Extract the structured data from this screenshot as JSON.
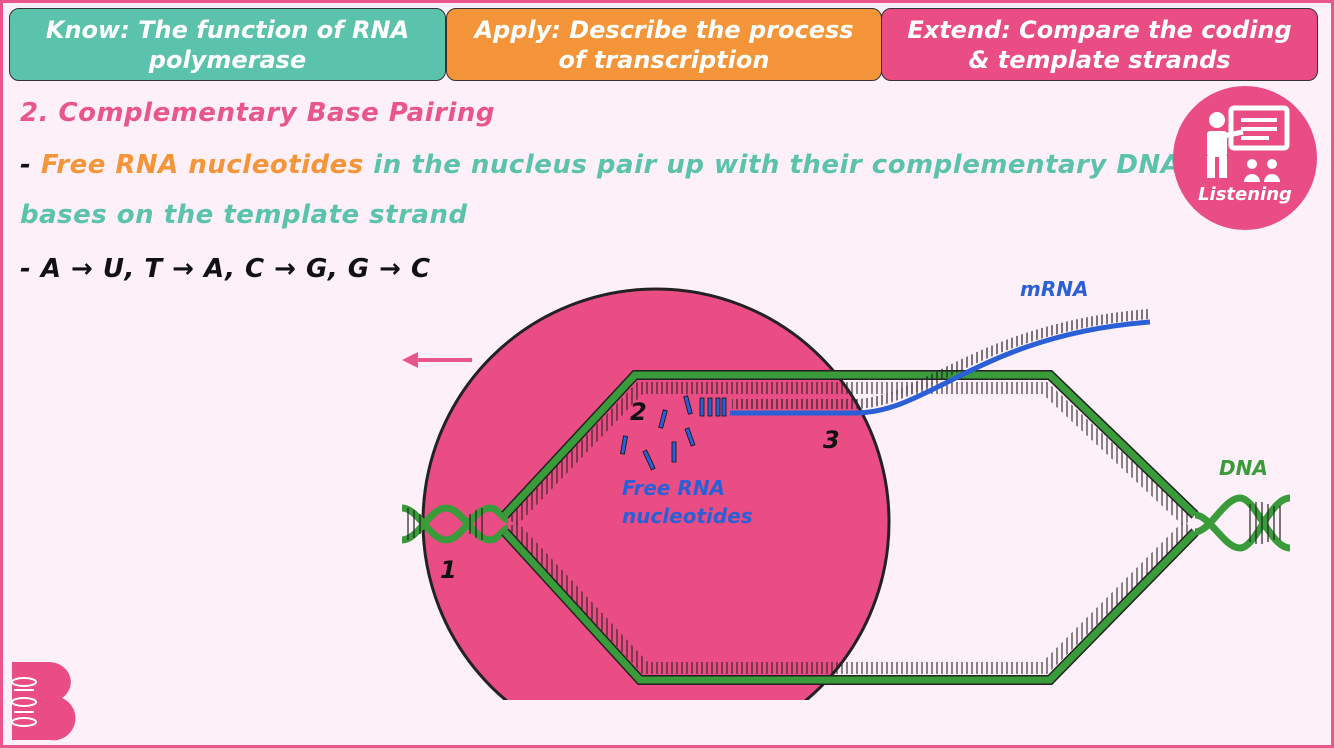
{
  "objectives": {
    "know": "Know: The function of RNA polymerase",
    "apply": "Apply: Describe the process of transcription",
    "extend": "Extend: Compare the coding & template strands"
  },
  "heading": "2. Complementary Base Pairing",
  "bullet1": {
    "dash": "- ",
    "highlight": "Free RNA nucleotides",
    "rest": " in the nucleus pair up with their complementary DNA"
  },
  "bullet1_cont": "bases on the template strand",
  "bullet2": "- A → U, T → A, C → G, G → C",
  "badge": {
    "label": "Listening",
    "icon": "teacher-presenting-icon"
  },
  "diagram": {
    "mrna_label": "mRNA",
    "dna_label": "DNA",
    "free_label": "Free RNA nucleotides",
    "step1": "1",
    "step2": "2",
    "step3": "3",
    "colors": {
      "nucleus": "#e94d83",
      "dna": "#3a9b3a",
      "mrna": "#2b5fd6",
      "arrow": "#e8568b"
    }
  },
  "logo": {
    "icon": "b-dna-logo-icon"
  }
}
